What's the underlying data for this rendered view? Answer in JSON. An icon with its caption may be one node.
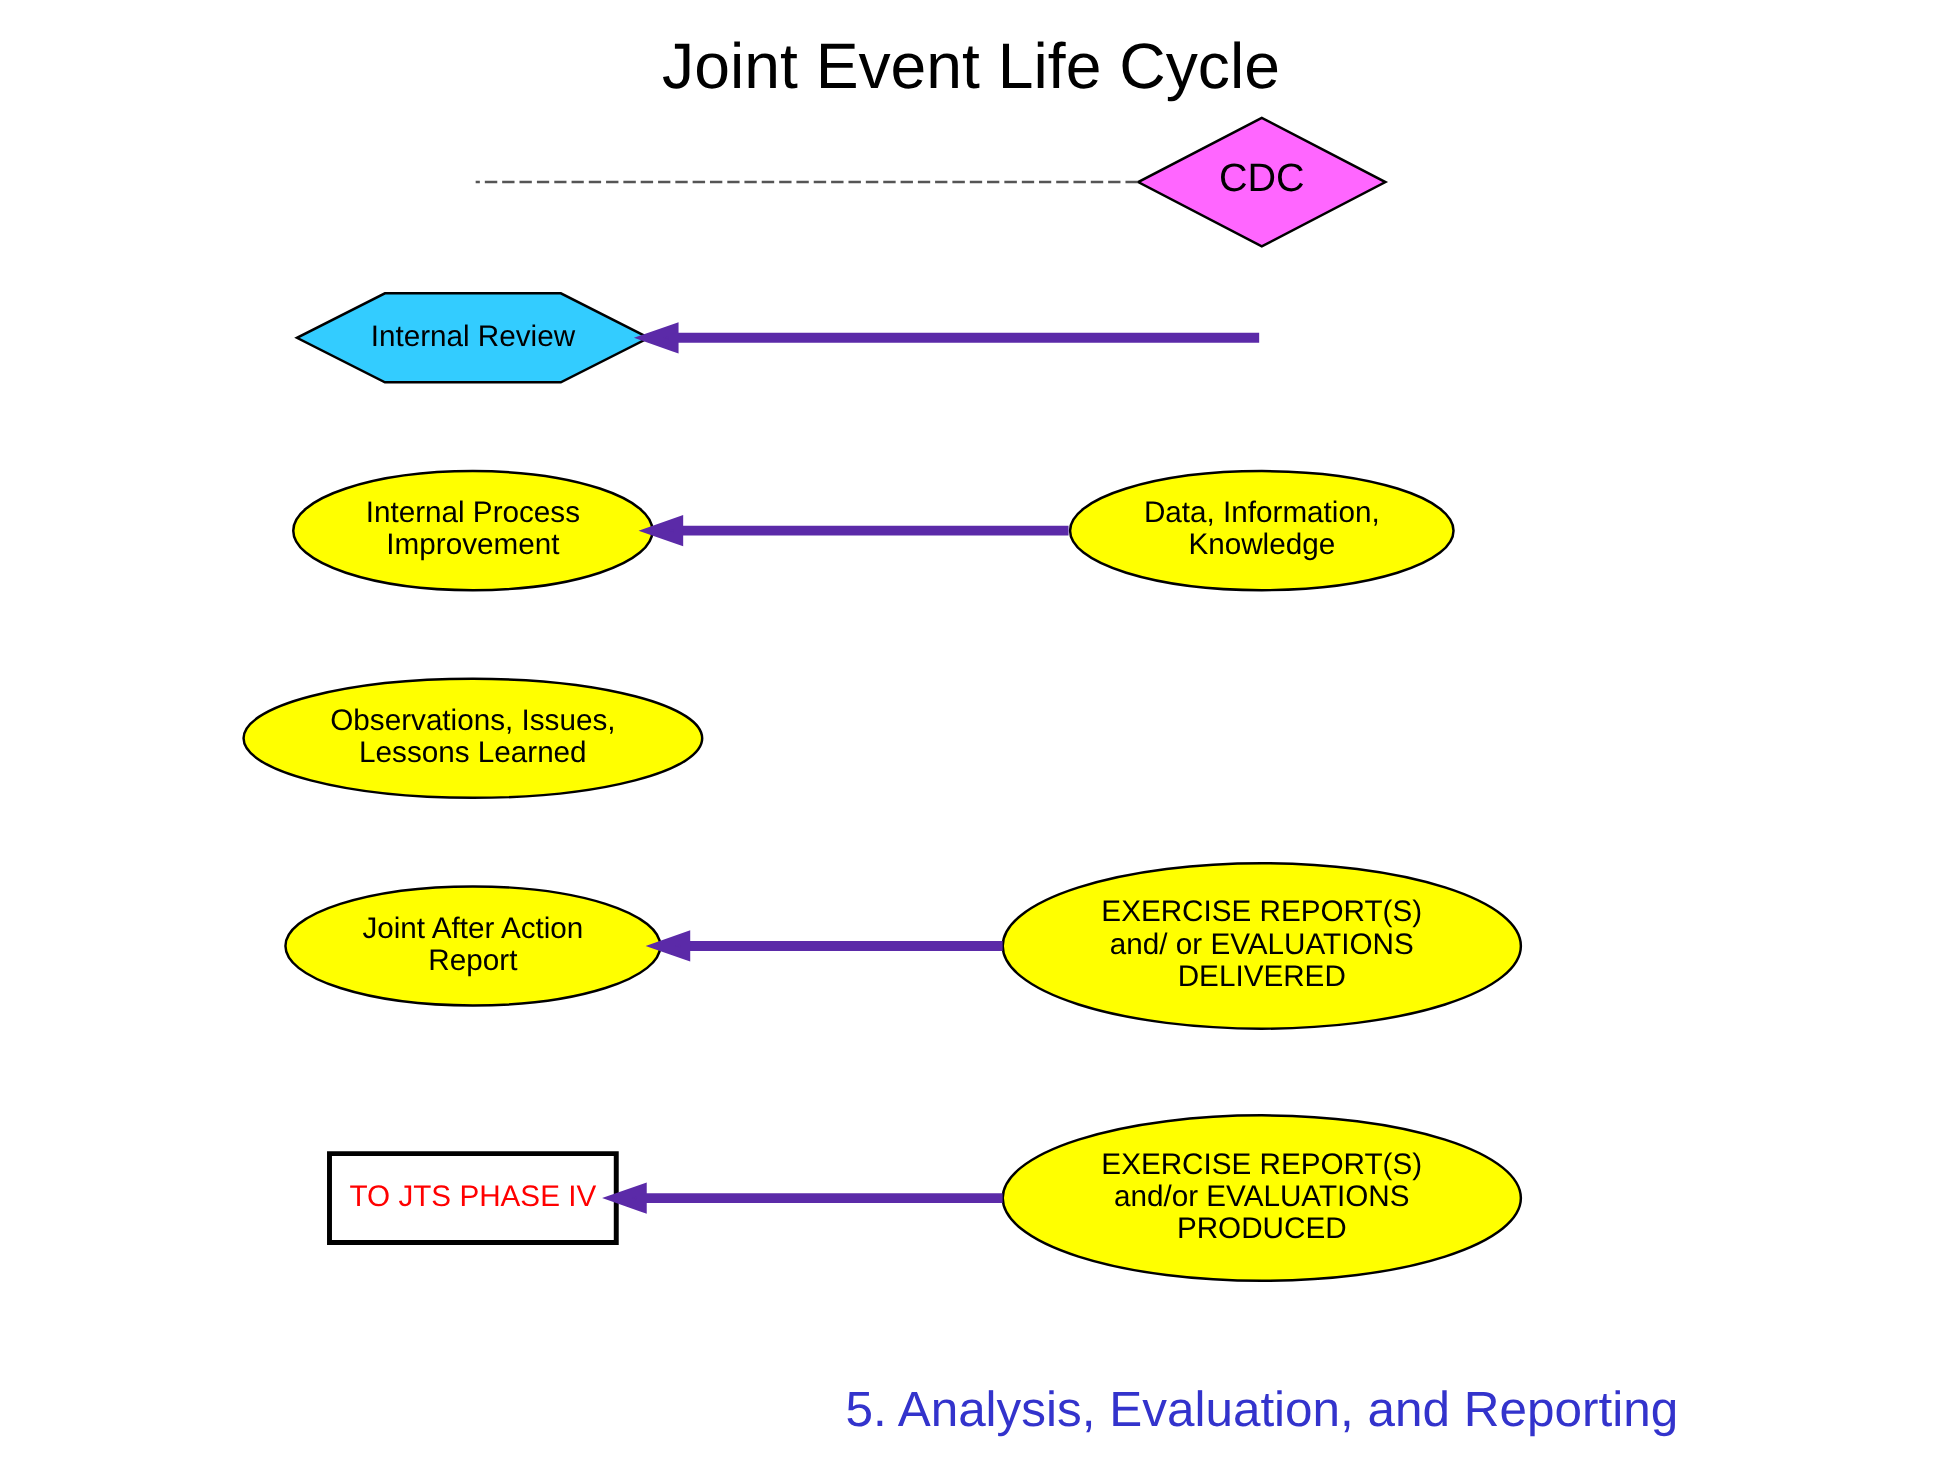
{
  "diagram": {
    "title": "Joint Event Life Cycle",
    "nodes": [
      {
        "text": [
          "TO JTS PHASE IV"
        ]
      },
      {
        "text": [
          "Joint After Action Report"
        ]
      },
      {
        "text": [
          "EXERCISE REPORT(S) and/ or EVALUATIONS DELIVERED"
        ]
      },
      {
        "text": [
          "Observations, Issues, Lessons Learned"
        ]
      },
      {
        "text": [
          "EXERCISE REPORT(S) and/or EVALUATIONS PRODUCED"
        ]
      },
      {
        "text": [
          "Data, Information, Knowledge"
        ]
      },
      {
        "text": [
          "Internal Review"
        ]
      },
      {
        "text": [
          "Internal Process Improvement"
        ]
      },
      {
        "text": [
          "CDC"
        ]
      }
    ],
    "edges": [
      {
        "from": 4,
        "to": 0,
        "arrow": "to"
      },
      {
        "from": 2,
        "to": 1,
        "arrow": "to"
      },
      {
        "from": 5,
        "to": 7,
        "arrow": "to"
      },
      {
        "from": null,
        "to": 6,
        "arrow": "to"
      },
      {
        "from": 8,
        "to": null,
        "arrow": "none",
        "style": "dashed",
        "color": "#555555"
      }
    ],
    "labels": [
      "5. Analysis, Evaluation, and Reporting"
    ]
  }
}
